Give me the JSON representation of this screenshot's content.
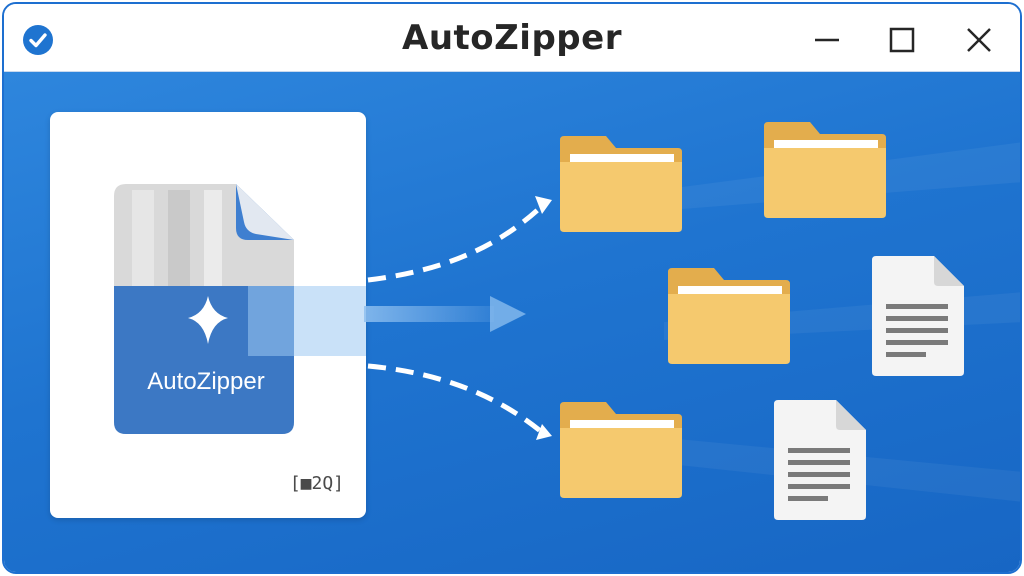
{
  "window": {
    "title": "AutoZipper",
    "icon": "check-circle-icon",
    "controls": {
      "minimize": "minimize-icon",
      "maximize": "maximize-icon",
      "close": "close-icon"
    }
  },
  "archive": {
    "label": "AutoZipper",
    "footer": "[■2Q]",
    "icon": "zip-file-icon"
  },
  "outputs": {
    "folders": [
      "folder-icon",
      "folder-icon",
      "folder-icon",
      "folder-icon"
    ],
    "documents": [
      "document-icon",
      "document-icon"
    ]
  },
  "colors": {
    "accent": "#1f74d0",
    "folder": "#f5c96e",
    "folder_tab": "#e3ad4d",
    "document": "#f4f4f4"
  }
}
